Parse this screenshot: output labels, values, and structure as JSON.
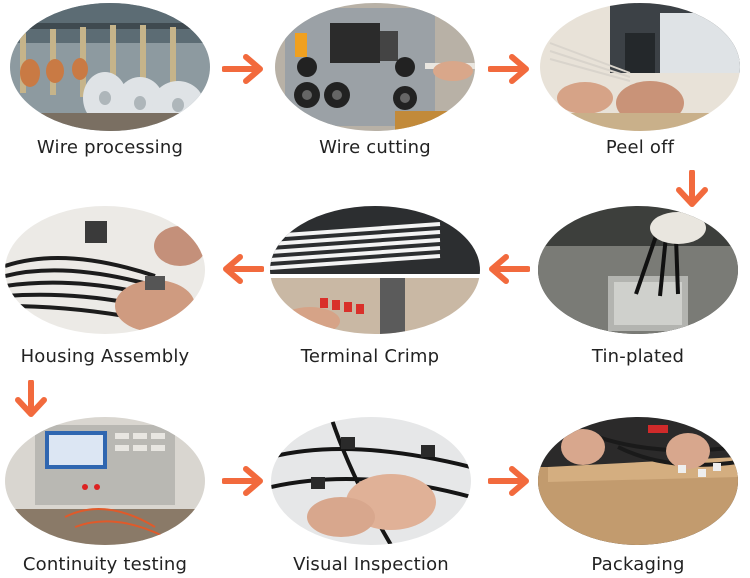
{
  "process": {
    "accent_color": "#f26a3d",
    "steps": [
      {
        "label": "Wire processing",
        "icon": "wire-spools-photo"
      },
      {
        "label": "Wire cutting",
        "icon": "cutting-machine-photo"
      },
      {
        "label": "Peel off",
        "icon": "stripping-photo"
      },
      {
        "label": "Tin-plated",
        "icon": "tin-pot-photo"
      },
      {
        "label": "Terminal Crimp",
        "icon": "crimp-photo"
      },
      {
        "label": "Housing Assembly",
        "icon": "housing-photo"
      },
      {
        "label": "Continuity testing",
        "icon": "tester-photo"
      },
      {
        "label": "Visual Inspection",
        "icon": "inspection-photo"
      },
      {
        "label": "Packaging",
        "icon": "packaging-photo"
      }
    ]
  }
}
